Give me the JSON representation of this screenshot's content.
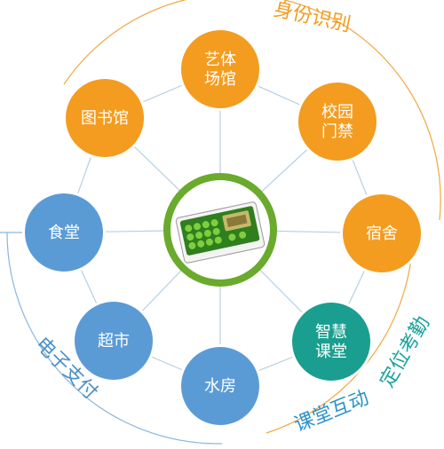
{
  "center": {
    "icon": "smart-card-icon"
  },
  "groups": {
    "identity": {
      "label": "身份识别",
      "color": "#f39c1f"
    },
    "payment": {
      "label": "电子支付",
      "color": "#4a90c8"
    },
    "attendance": {
      "label": "定位考勤",
      "color": "#1aa39a"
    },
    "classroom": {
      "label": "课堂互动",
      "color": "#2c93c9"
    }
  },
  "nodes": [
    {
      "id": "art-gym",
      "lines": [
        "艺体",
        "场馆"
      ],
      "group": "identity"
    },
    {
      "id": "campus-gate",
      "lines": [
        "校园",
        "门禁"
      ],
      "group": "identity"
    },
    {
      "id": "dorm",
      "lines": [
        "宿舍"
      ],
      "group": "identity"
    },
    {
      "id": "smart-class",
      "lines": [
        "智慧",
        "课堂"
      ],
      "group": "attendance"
    },
    {
      "id": "water-room",
      "lines": [
        "水房"
      ],
      "group": "payment"
    },
    {
      "id": "supermarket",
      "lines": [
        "超市"
      ],
      "group": "payment"
    },
    {
      "id": "canteen",
      "lines": [
        "食堂"
      ],
      "group": "payment"
    },
    {
      "id": "library",
      "lines": [
        "图书馆"
      ],
      "group": "identity"
    }
  ],
  "colors": {
    "orange": "#f39c1f",
    "blue": "#5b9bd5",
    "teal": "#1a9e8f",
    "center_ring": "#6aaa2d",
    "connector": "#b8cfe0"
  }
}
